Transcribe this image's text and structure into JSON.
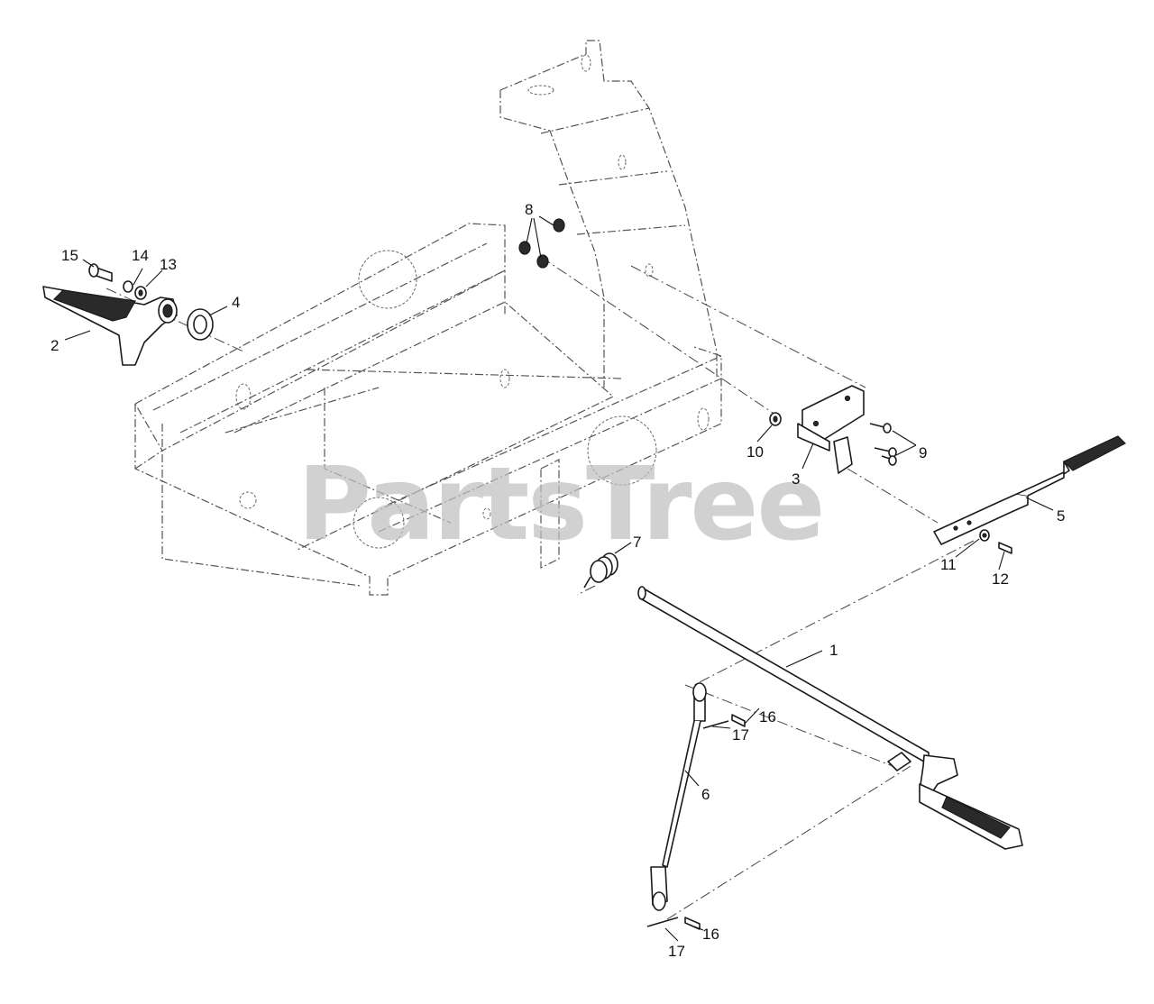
{
  "watermark": "PartsTree",
  "callouts": [
    "1",
    "2",
    "3",
    "4",
    "5",
    "6",
    "7",
    "8",
    "9",
    "10",
    "11",
    "12",
    "13",
    "14",
    "15",
    "16",
    "17",
    "16",
    "17"
  ]
}
